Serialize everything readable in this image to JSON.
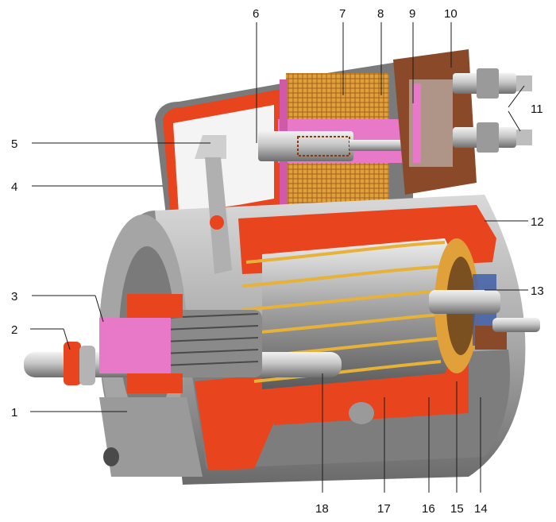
{
  "callouts": [
    {
      "id": "1",
      "label": "1"
    },
    {
      "id": "2",
      "label": "2"
    },
    {
      "id": "3",
      "label": "3"
    },
    {
      "id": "4",
      "label": "4"
    },
    {
      "id": "5",
      "label": "5"
    },
    {
      "id": "6",
      "label": "6"
    },
    {
      "id": "7",
      "label": "7"
    },
    {
      "id": "8",
      "label": "8"
    },
    {
      "id": "9",
      "label": "9"
    },
    {
      "id": "10",
      "label": "10"
    },
    {
      "id": "11",
      "label": "11"
    },
    {
      "id": "12",
      "label": "12"
    },
    {
      "id": "13",
      "label": "13"
    },
    {
      "id": "14",
      "label": "14"
    },
    {
      "id": "15",
      "label": "15"
    },
    {
      "id": "16",
      "label": "16"
    },
    {
      "id": "17",
      "label": "17"
    },
    {
      "id": "18",
      "label": "18"
    }
  ],
  "colors": {
    "housing_grey": "#b9b9b9",
    "housing_dark": "#6f6f6f",
    "cutaway_red": "#e8451e",
    "winding_gold": "#e6b23a",
    "insulation_pink": "#e878c8",
    "terminal_brown": "#8a4a2a",
    "steel": "#c8c8c8"
  }
}
